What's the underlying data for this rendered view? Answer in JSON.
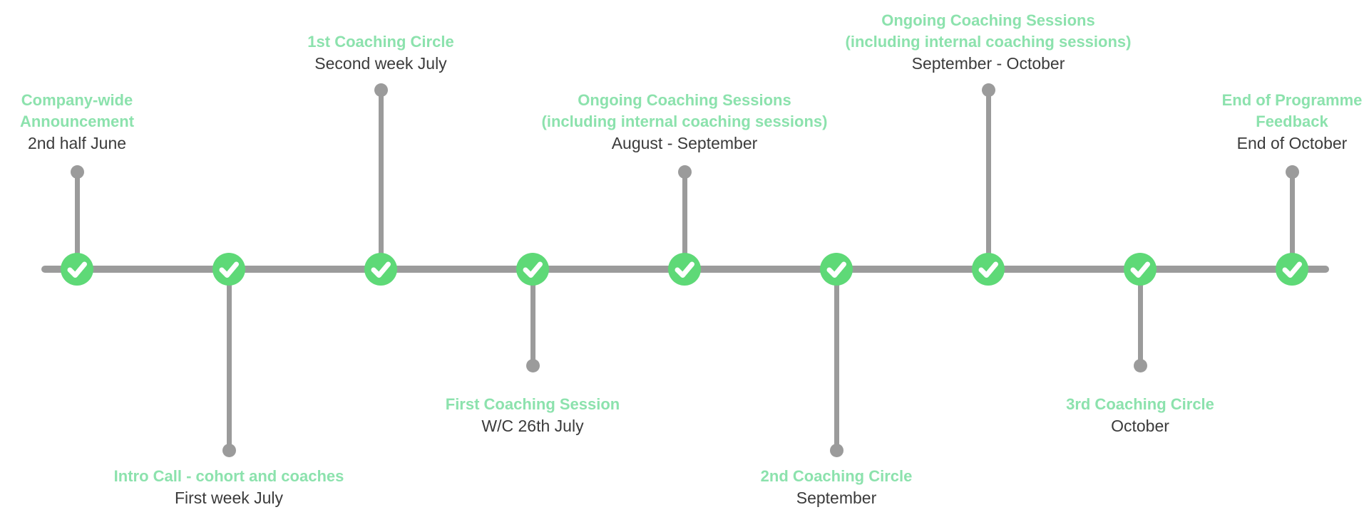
{
  "colors": {
    "line": "#9b9b9b",
    "node": "#5ed977",
    "title": "#8ce2ad",
    "date": "#3b3b3b",
    "check": "#ffffff"
  },
  "timeline": {
    "events": [
      {
        "title_lines": [
          "Company-wide",
          "Announcement"
        ],
        "date": "2nd half June",
        "side": "above",
        "stem": "short",
        "icon": "check"
      },
      {
        "title_lines": [
          "Intro Call - cohort and coaches"
        ],
        "date": "First week July",
        "side": "below",
        "stem": "long",
        "icon": "check"
      },
      {
        "title_lines": [
          "1st Coaching Circle"
        ],
        "date": "Second week July",
        "side": "above",
        "stem": "long",
        "icon": "check"
      },
      {
        "title_lines": [
          "First Coaching Session"
        ],
        "date": "W/C 26th July",
        "side": "below",
        "stem": "short",
        "icon": "check"
      },
      {
        "title_lines": [
          "Ongoing Coaching Sessions",
          "(including internal coaching sessions)"
        ],
        "date": "August - September",
        "side": "above",
        "stem": "short",
        "icon": "check"
      },
      {
        "title_lines": [
          "2nd Coaching Circle"
        ],
        "date": "September",
        "side": "below",
        "stem": "long",
        "icon": "check"
      },
      {
        "title_lines": [
          "Ongoing Coaching Sessions",
          "(including internal coaching sessions)"
        ],
        "date": "September - October",
        "side": "above",
        "stem": "long",
        "icon": "check"
      },
      {
        "title_lines": [
          "3rd Coaching Circle"
        ],
        "date": "October",
        "side": "below",
        "stem": "short",
        "icon": "check"
      },
      {
        "title_lines": [
          "End of Programme",
          "Feedback"
        ],
        "date": "End of October",
        "side": "above",
        "stem": "short",
        "icon": "check"
      }
    ]
  }
}
